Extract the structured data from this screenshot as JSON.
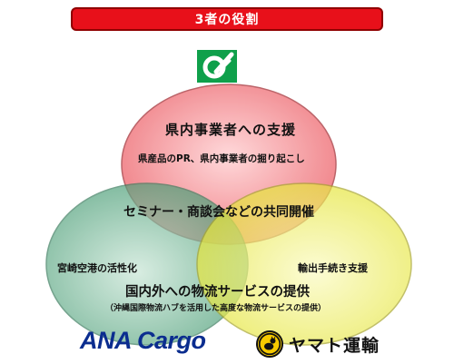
{
  "title": "3者の役割",
  "circles": {
    "prefecture": {
      "heading": "県内事業者への支援",
      "detail": "県産品のPR、県内事業者の掘り起こし",
      "color": "#f07c82"
    },
    "ana": {
      "role": "宮崎空港の活性化",
      "color": "#63ae8a"
    },
    "yamato": {
      "role": "輸出手続き支援",
      "color": "#f1f060"
    }
  },
  "overlap": {
    "joint": "セミナー・商談会などの共同開催",
    "logistics": "国内外への物流サービスの提供",
    "logistics_detail": "（沖縄国際物流ハブを活用した高度な物流サービスの提供）"
  },
  "logos": {
    "ana": "ANA Cargo",
    "yamato": "ヤマト運輸"
  },
  "colors": {
    "banner": "#e8101a",
    "prefecture_emblem": "#0fa04b",
    "ana_brand": "#0b2d8f"
  }
}
